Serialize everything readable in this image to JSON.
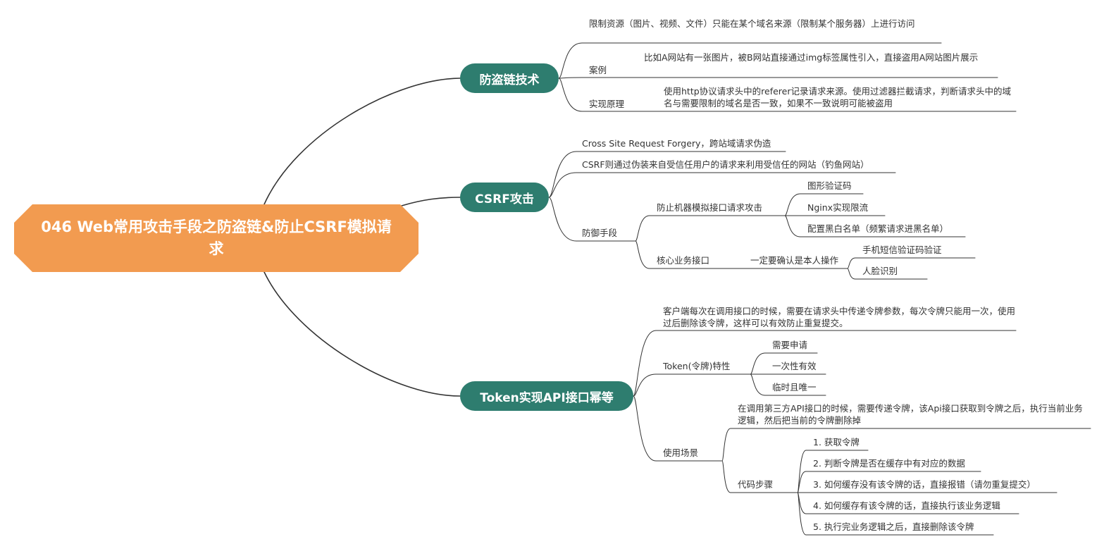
{
  "root": {
    "title": "046 Web常用攻击手段之防盗链&防止CSRF模拟请求"
  },
  "colors": {
    "root_fill": "#F29B50",
    "branch_fill": "#2E7D6F",
    "line": "#333333",
    "text": "#333333"
  },
  "branches": [
    {
      "label": "防盗链技术",
      "children": [
        {
          "label": "限制资源（图片、视频、文件）只能在某个域名来源（限制某个服务器）上进行访问"
        },
        {
          "label": "案例",
          "children": [
            {
              "label": "比如A网站有一张图片，被B网站直接通过img标签属性引入，直接盗用A网站图片展示"
            }
          ]
        },
        {
          "label": "实现原理",
          "children": [
            {
              "label": "使用http协议请求头中的referer记录请求来源。使用过滤器拦截请求，判断请求头中的域名与需要限制的域名是否一致，如果不一致说明可能被盗用"
            }
          ]
        }
      ]
    },
    {
      "label": "CSRF攻击",
      "children": [
        {
          "label": "Cross Site Request Forgery，跨站域请求伪造"
        },
        {
          "label": "CSRF则通过伪装来自受信任用户的请求来利用受信任的网站（钓鱼网站）"
        },
        {
          "label": "防御手段",
          "children": [
            {
              "label": "防止机器模拟接口请求攻击",
              "children": [
                {
                  "label": "图形验证码"
                },
                {
                  "label": "Nginx实现限流"
                },
                {
                  "label": "配置黑白名单（频繁请求进黑名单）"
                }
              ]
            },
            {
              "label": "核心业务接口",
              "children": [
                {
                  "label": "一定要确认是本人操作",
                  "children": [
                    {
                      "label": "手机短信验证码验证"
                    },
                    {
                      "label": "人脸识别"
                    }
                  ]
                }
              ]
            }
          ]
        }
      ]
    },
    {
      "label": "Token实现API接口幂等",
      "children": [
        {
          "label": "客户端每次在调用接口的时候，需要在请求头中传递令牌参数，每次令牌只能用一次，使用过后删除该令牌，这样可以有效防止重复提交。"
        },
        {
          "label": "Token(令牌)特性",
          "children": [
            {
              "label": "需要申请"
            },
            {
              "label": "一次性有效"
            },
            {
              "label": "临时且唯一"
            }
          ]
        },
        {
          "label": "使用场景",
          "children": [
            {
              "label": "在调用第三方API接口的时候，需要传递令牌，该Api接口获取到令牌之后，执行当前业务逻辑，然后把当前的令牌删除掉"
            },
            {
              "label": "代码步骤",
              "children": [
                {
                  "label": "1. 获取令牌"
                },
                {
                  "label": "2. 判断令牌是否在缓存中有对应的数据"
                },
                {
                  "label": "3. 如何缓存没有该令牌的话，直接报错（请勿重复提交）"
                },
                {
                  "label": "4. 如何缓存有该令牌的话，直接执行该业务逻辑"
                },
                {
                  "label": "5. 执行完业务逻辑之后，直接删除该令牌"
                }
              ]
            }
          ]
        }
      ]
    }
  ]
}
